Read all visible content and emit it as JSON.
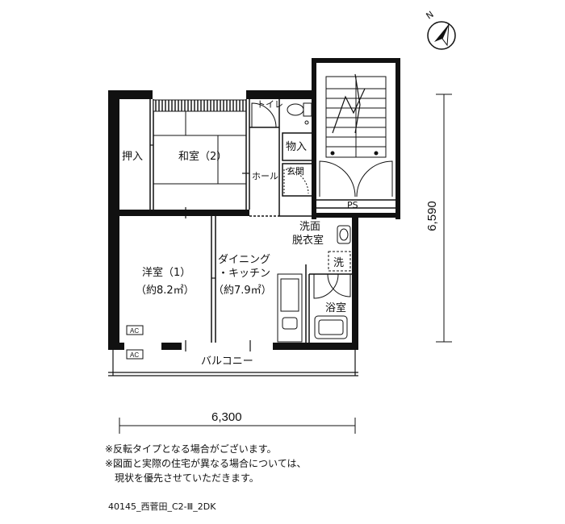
{
  "compass": {
    "label": "N"
  },
  "rooms": {
    "toilet": "トイレ",
    "closet_storage": "押入",
    "washitsu": "和室（2）",
    "storage": "物入",
    "hall": "ホール",
    "entrance": "玄関",
    "ps": "PS",
    "washroom_line1": "洗面",
    "washroom_line2": "脱衣室",
    "washer": "洗",
    "yoshitsu_name": "洋室（1）",
    "yoshitsu_area": "（約8.2㎡）",
    "dk_line1": "ダイニング",
    "dk_line2": "・キッチン",
    "dk_area": "（約7.9㎡）",
    "bathroom": "浴室",
    "balcony": "バルコニー",
    "ac_1": "AC",
    "ac_2": "AC"
  },
  "dimensions": {
    "width": "6,300",
    "depth": "6,590"
  },
  "notes": [
    "※反転タイプとなる場合がございます。",
    "※図面と実際の住宅が異なる場合については、",
    "　現状を優先させていただきます。"
  ],
  "plan_code": "40145_西菅田_C2-Ⅲ_2DK"
}
